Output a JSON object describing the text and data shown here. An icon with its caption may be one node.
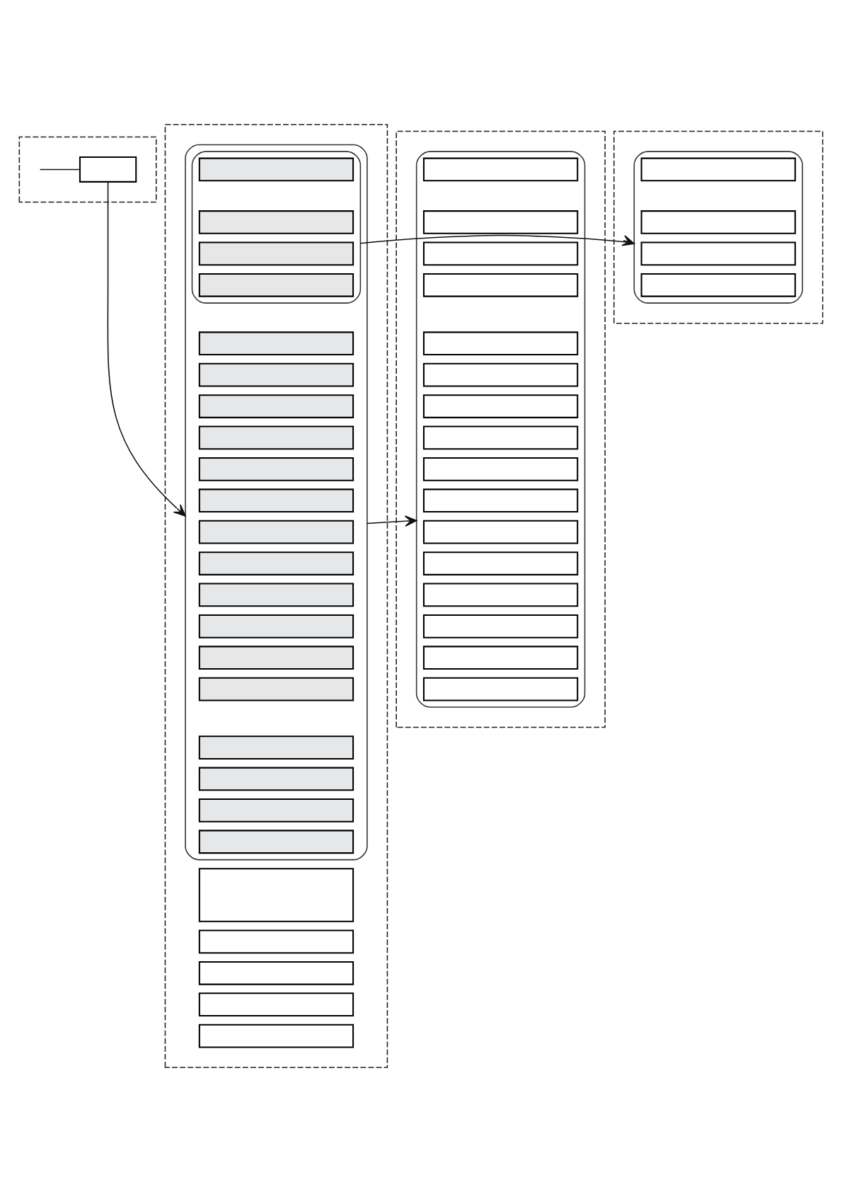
{
  "diagram": {
    "nodes": [
      {
        "text": [],
        "shape": "box"
      },
      {
        "text": [],
        "shape": "box"
      },
      {
        "text": [],
        "shape": "box"
      },
      {
        "text": [],
        "shape": "box"
      },
      {
        "text": [],
        "shape": "box",
        "in": 0
      },
      {
        "text": [],
        "shape": "box",
        "in": 1
      },
      {
        "text": [],
        "shape": "box",
        "in": 5
      },
      {
        "text": [],
        "shape": "box",
        "in": 6
      },
      {
        "text": [],
        "shape": "box",
        "in": 6
      },
      {
        "text": [],
        "shape": "box",
        "in": 6
      },
      {
        "text": [],
        "shape": "box",
        "in": 6
      },
      {
        "text": [],
        "shape": "box",
        "in": 5
      },
      {
        "text": [],
        "shape": "box",
        "in": 5
      },
      {
        "text": [],
        "shape": "box",
        "in": 5
      },
      {
        "text": [],
        "shape": "box",
        "in": 5
      },
      {
        "text": [],
        "shape": "box",
        "in": 5
      },
      {
        "text": [],
        "shape": "box",
        "in": 5
      },
      {
        "text": [],
        "shape": "box",
        "in": 5
      },
      {
        "text": [],
        "shape": "box",
        "in": 5
      },
      {
        "text": [],
        "shape": "box",
        "in": 5
      },
      {
        "text": [],
        "shape": "box",
        "in": 5
      },
      {
        "text": [],
        "shape": "box",
        "in": 5
      },
      {
        "text": [],
        "shape": "box",
        "in": 5
      },
      {
        "text": [],
        "shape": "box",
        "in": 5
      },
      {
        "text": [],
        "shape": "box",
        "in": 5
      },
      {
        "text": [],
        "shape": "box",
        "in": 5
      },
      {
        "text": [],
        "shape": "box",
        "in": 5
      },
      {
        "text": [],
        "shape": "box",
        "in": 1
      },
      {
        "text": [],
        "shape": "box",
        "in": 1
      },
      {
        "text": [],
        "shape": "box",
        "in": 1
      },
      {
        "text": [],
        "shape": "box",
        "in": 1
      },
      {
        "text": [],
        "shape": "box",
        "in": 1
      },
      {
        "text": [],
        "shape": "box",
        "in": 2
      },
      {
        "text": [],
        "shape": "box",
        "in": 32
      },
      {
        "text": [],
        "shape": "box",
        "in": 32
      },
      {
        "text": [],
        "shape": "box",
        "in": 32
      },
      {
        "text": [],
        "shape": "box",
        "in": 32
      },
      {
        "text": [],
        "shape": "box",
        "in": 3
      },
      {
        "text": [],
        "shape": "box",
        "in": 37
      },
      {
        "text": [],
        "shape": "box",
        "in": 37
      },
      {
        "text": [],
        "shape": "box",
        "in": 37
      },
      {
        "text": [],
        "shape": "box",
        "in": 37
      },
      {
        "text": [],
        "shape": "box",
        "in": 37
      },
      {
        "text": [],
        "shape": "box",
        "in": 37
      },
      {
        "text": [],
        "shape": "box",
        "in": 37
      },
      {
        "text": [],
        "shape": "box",
        "in": 37
      },
      {
        "text": [],
        "shape": "box",
        "in": 37
      },
      {
        "text": [],
        "shape": "box",
        "in": 37
      },
      {
        "text": [],
        "shape": "box",
        "in": 37
      },
      {
        "text": [],
        "shape": "box",
        "in": 37
      },
      {
        "text": [],
        "shape": "box",
        "in": 37
      },
      {
        "text": [],
        "shape": "box",
        "in": 37
      },
      {
        "text": [],
        "shape": "box",
        "in": 37
      },
      {
        "text": [],
        "shape": "box",
        "in": 37
      }
    ],
    "edges": [
      {
        "from": null,
        "to": 4,
        "arrow": "none"
      },
      {
        "from": 4,
        "to": 5,
        "arrow": "to"
      },
      {
        "from": 6,
        "to": 32,
        "arrow": "to"
      },
      {
        "from": 5,
        "to": 37,
        "arrow": "to"
      }
    ]
  }
}
